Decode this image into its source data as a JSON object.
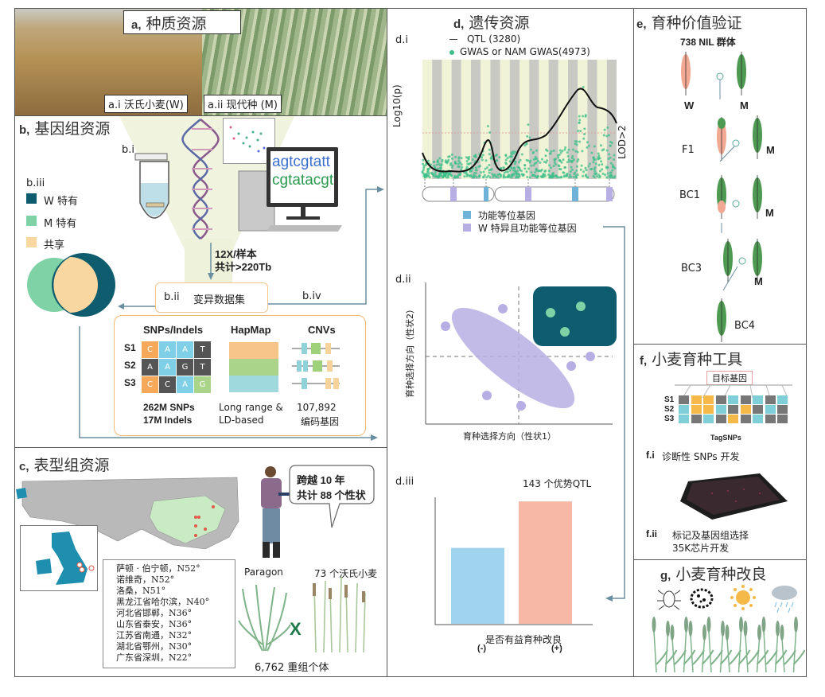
{
  "panel_a": {
    "letter": "a,",
    "title": "种质资源",
    "label_w": "a.i 沃氏小麦(W)",
    "label_m": "a.ii 现代种 (M)"
  },
  "panel_b": {
    "letter": "b,",
    "title": "基因组资源",
    "b_i": "b.i",
    "b_iii": "b.iii",
    "legend": [
      "W 特有",
      "M 特有",
      "共享"
    ],
    "screen_line1": "agtcgtatt",
    "screen_line2": "cgtatacgt",
    "seq_depth": "12X/样本",
    "seq_total": "共计>220Tb",
    "b_ii": "b.ii",
    "dataset": "变异数据集",
    "b_iv": "b.iv",
    "snp_title": "SNPs/Indels",
    "hapmap_title": "HapMap",
    "cnv_title": "CNVs",
    "samples": [
      "S1",
      "S2",
      "S3"
    ],
    "snp_grid": [
      [
        "C",
        "A",
        "A",
        "T"
      ],
      [
        "A",
        "A",
        "G",
        "T"
      ],
      [
        "C",
        "C",
        "A",
        "G"
      ]
    ],
    "snp_stat1": "262M SNPs",
    "snp_stat2": "17M Indels",
    "hap_stat1": "Long range &",
    "hap_stat2": "LD-based",
    "cnv_stat1": "107,892",
    "cnv_stat2": "编码基因"
  },
  "panel_c": {
    "letter": "c,",
    "title": "表型组资源",
    "sites": [
      "萨顿 · 伯宁顿，N52°",
      "诺维奇，N52°",
      "洛桑，N51°",
      "黑龙江省哈尔滨，N40°",
      "河北省邯郸，N36°",
      "山东省泰安，N36°",
      "江苏省南通，N32°",
      "湖北省鄂州，N30°",
      "广东省深圳，N22°"
    ],
    "bubble1": "跨越 10 年",
    "bubble2": "共计 88 个性状",
    "paragon": "Paragon",
    "watkins": "73 个沃氏小麦",
    "cross": "X",
    "population": "6,762 重组个体"
  },
  "panel_d": {
    "letter": "d,",
    "title": "遗传资源",
    "d_i": "d.i",
    "qtl_legend": "QTL (3280)",
    "gwas_legend": "GWAS or NAM GWAS(4973)",
    "ylabel": "Log10(p)",
    "lod": "LOD>2",
    "allele_legend1": "功能等位基因",
    "allele_legend2": "W 特异且功能等位基因",
    "d_ii": "d.ii",
    "scatter_xlabel": "育种选择方向（性状1）",
    "scatter_ylabel": "育种选择方向（性状2）",
    "d_iii": "d.iii"
  },
  "chart_data": {
    "type": "bar",
    "title": "143 个优势QTL",
    "xlabel": "是否有益育种改良",
    "categories": [
      "(-)",
      "(+)"
    ],
    "values": [
      89,
      143
    ],
    "colors": [
      "#9fd3ee",
      "#f7b9a5"
    ],
    "ylim": [
      0,
      160
    ]
  },
  "panel_e": {
    "letter": "e,",
    "title": "育种价值验证",
    "subtitle": "738 NIL 群体",
    "labels": [
      "W",
      "M",
      "F1",
      "M",
      "BC1",
      "M",
      "BC3",
      "M",
      "BC4"
    ]
  },
  "panel_f": {
    "letter": "f,",
    "title": "小麦育种工具",
    "target_gene": "目标基因",
    "samples": [
      "S1",
      "S2",
      "S3"
    ],
    "tagsnps": "TagSNPs",
    "f_i": "f.i",
    "f_i_text": "诊断性 SNPs 开发",
    "f_ii": "f.ii",
    "f_ii_text1": "标记及基因组选择",
    "f_ii_text2": "35K芯片开发"
  },
  "panel_g": {
    "letter": "g,",
    "title": "小麦育种改良"
  },
  "colors": {
    "w_specific": "#0e5c6e",
    "m_specific": "#7fd1a6",
    "shared": "#f8d7a0",
    "orange": "#f6a95a",
    "teal": "#7fcfd8",
    "gray": "#666"
  }
}
